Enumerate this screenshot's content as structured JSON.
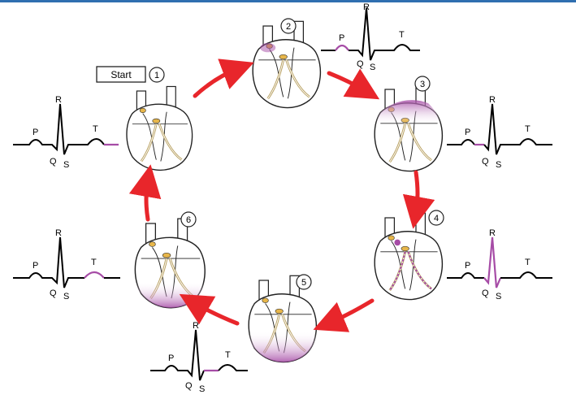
{
  "colors": {
    "arrow": "#e8262b",
    "highlight": "#a64ca6",
    "wave": "#000000",
    "conduction": "#c8b27a",
    "node": "#e7b64a",
    "topbar": "#2f6fb0"
  },
  "start": {
    "label": "Start"
  },
  "steps": [
    {
      "number": "1",
      "highlight": "T-P (end of T)"
    },
    {
      "number": "2",
      "highlight": "P wave"
    },
    {
      "number": "3",
      "highlight": "P-R segment"
    },
    {
      "number": "4",
      "highlight": "QRS complex"
    },
    {
      "number": "5",
      "highlight": "S-T segment"
    },
    {
      "number": "6",
      "highlight": "T wave"
    }
  ],
  "ecg_labels": {
    "P": "P",
    "Q": "Q",
    "R": "R",
    "S": "S",
    "T": "T"
  }
}
